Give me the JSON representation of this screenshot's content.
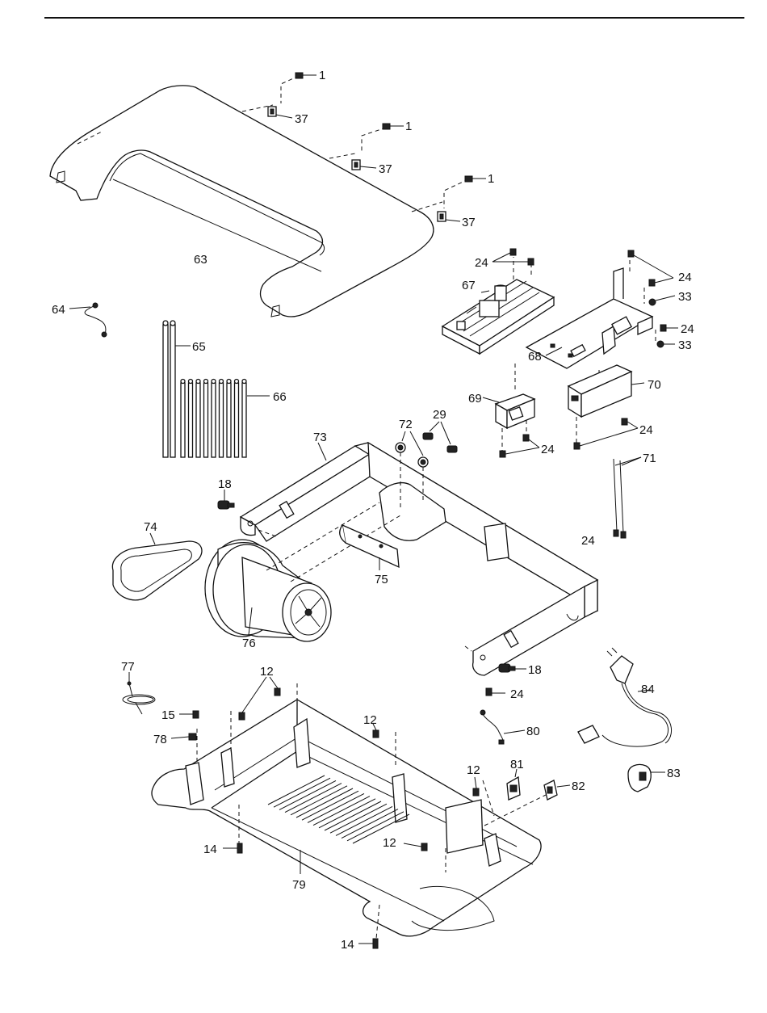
{
  "figure": {
    "callouts": {
      "p1a": "1",
      "p1b": "1",
      "p1c": "1",
      "p37a": "37",
      "p37b": "37",
      "p37c": "37",
      "p63": "63",
      "p64": "64",
      "p65": "65",
      "p66": "66",
      "p67": "67",
      "p68": "68",
      "p69": "69",
      "p70": "70",
      "p71": "71",
      "p24a": "24",
      "p24b": "24",
      "p24c": "24",
      "p24d": "24",
      "p24e": "24",
      "p24f": "24",
      "p24g": "24",
      "p33a": "33",
      "p33b": "33",
      "p29": "29",
      "p72": "72",
      "p73": "73",
      "p18a": "18",
      "p18b": "18",
      "p74": "74",
      "p75": "75",
      "p76": "76",
      "p77": "77",
      "p12a": "12",
      "p12b": "12",
      "p12c": "12",
      "p12d": "12",
      "p15": "15",
      "p78": "78",
      "p14a": "14",
      "p14b": "14",
      "p79": "79",
      "p80": "80",
      "p81": "81",
      "p82": "82",
      "p83": "83",
      "p84": "84"
    }
  }
}
